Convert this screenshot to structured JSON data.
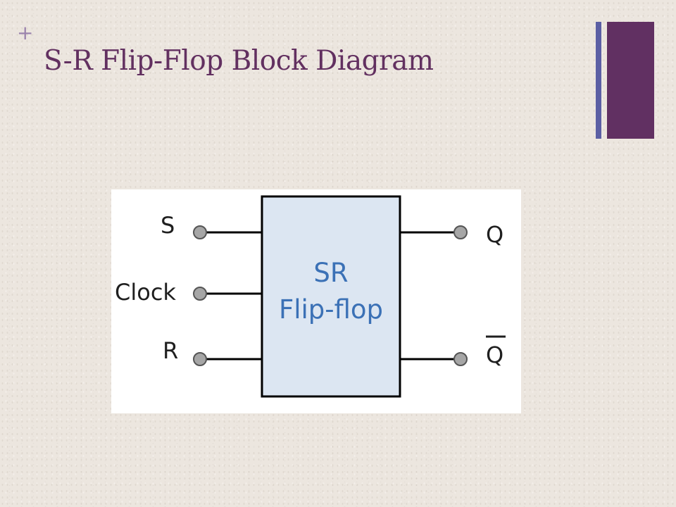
{
  "slide": {
    "bullet_symbol": "+",
    "title": "S-R Flip-Flop Block Diagram"
  },
  "colors": {
    "background": "#ece6df",
    "title": "#623060",
    "bullet": "#9b84ad",
    "accent_thin": "#5b5fa4",
    "accent_thick": "#613062",
    "block_fill": "#dce6f2",
    "block_text": "#3b71b6",
    "terminal": "#a6a6a6",
    "wire": "#000000"
  },
  "diagram": {
    "block": {
      "line1": "SR",
      "line2": "Flip-flop"
    },
    "inputs": {
      "s": "S",
      "clock": "Clock",
      "r": "R"
    },
    "outputs": {
      "q": "Q",
      "q_bar": "Q"
    }
  }
}
